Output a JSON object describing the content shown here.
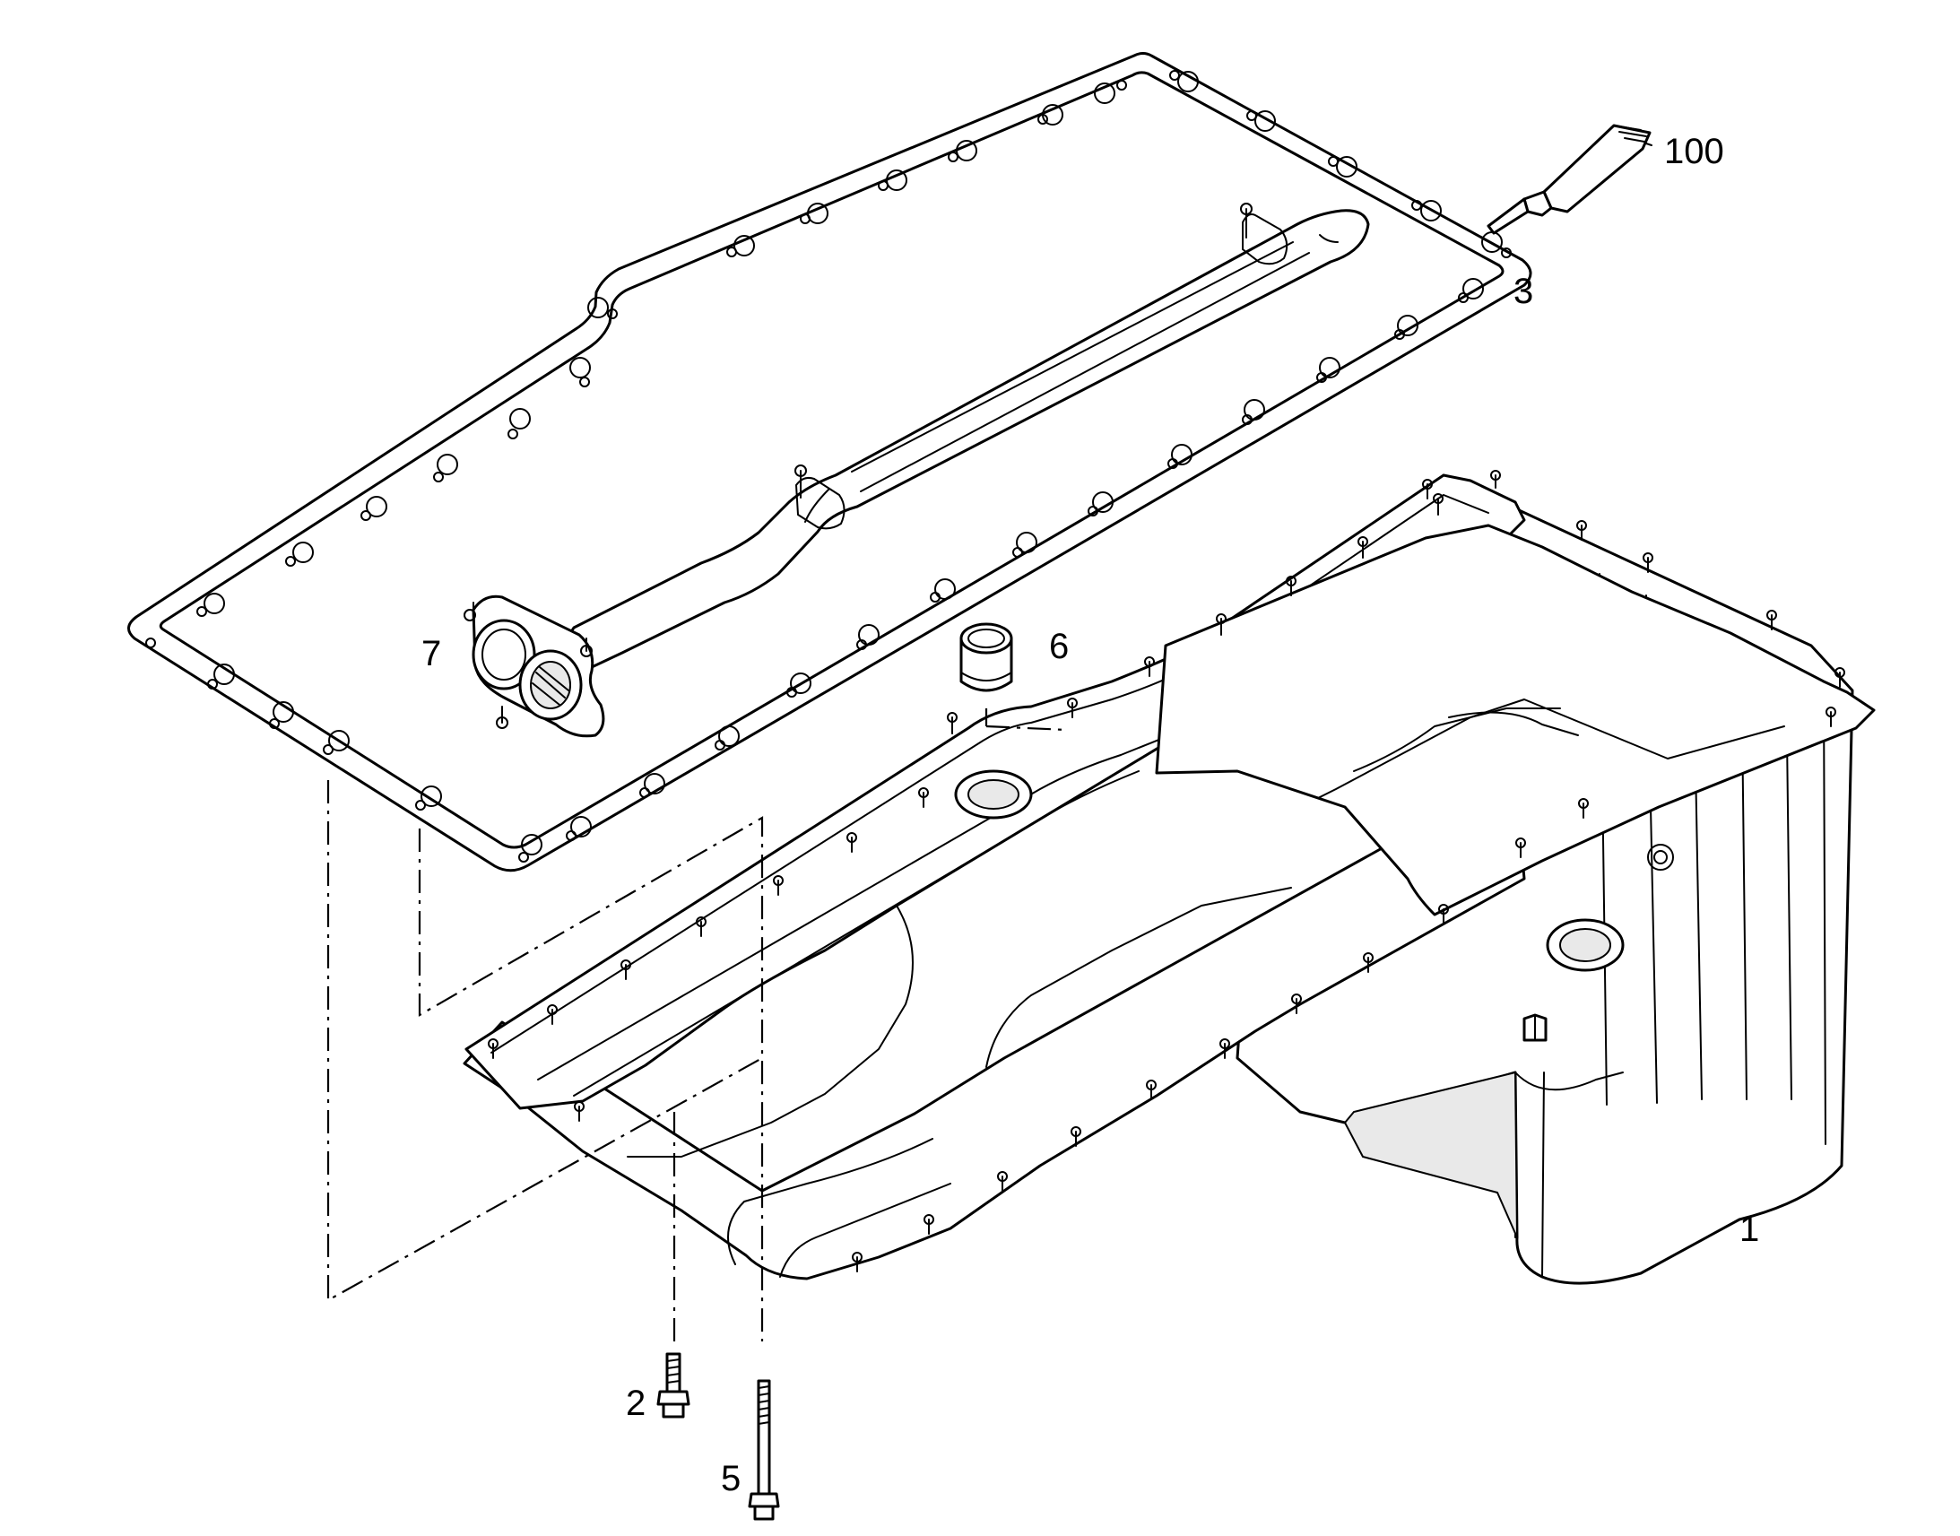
{
  "callouts": {
    "oil_pan": "1",
    "bolt_short": "2",
    "gasket": "3",
    "bolt_long": "5",
    "seal_ring": "6",
    "oil_pickup_tube": "7",
    "sealant_tube": "100"
  }
}
